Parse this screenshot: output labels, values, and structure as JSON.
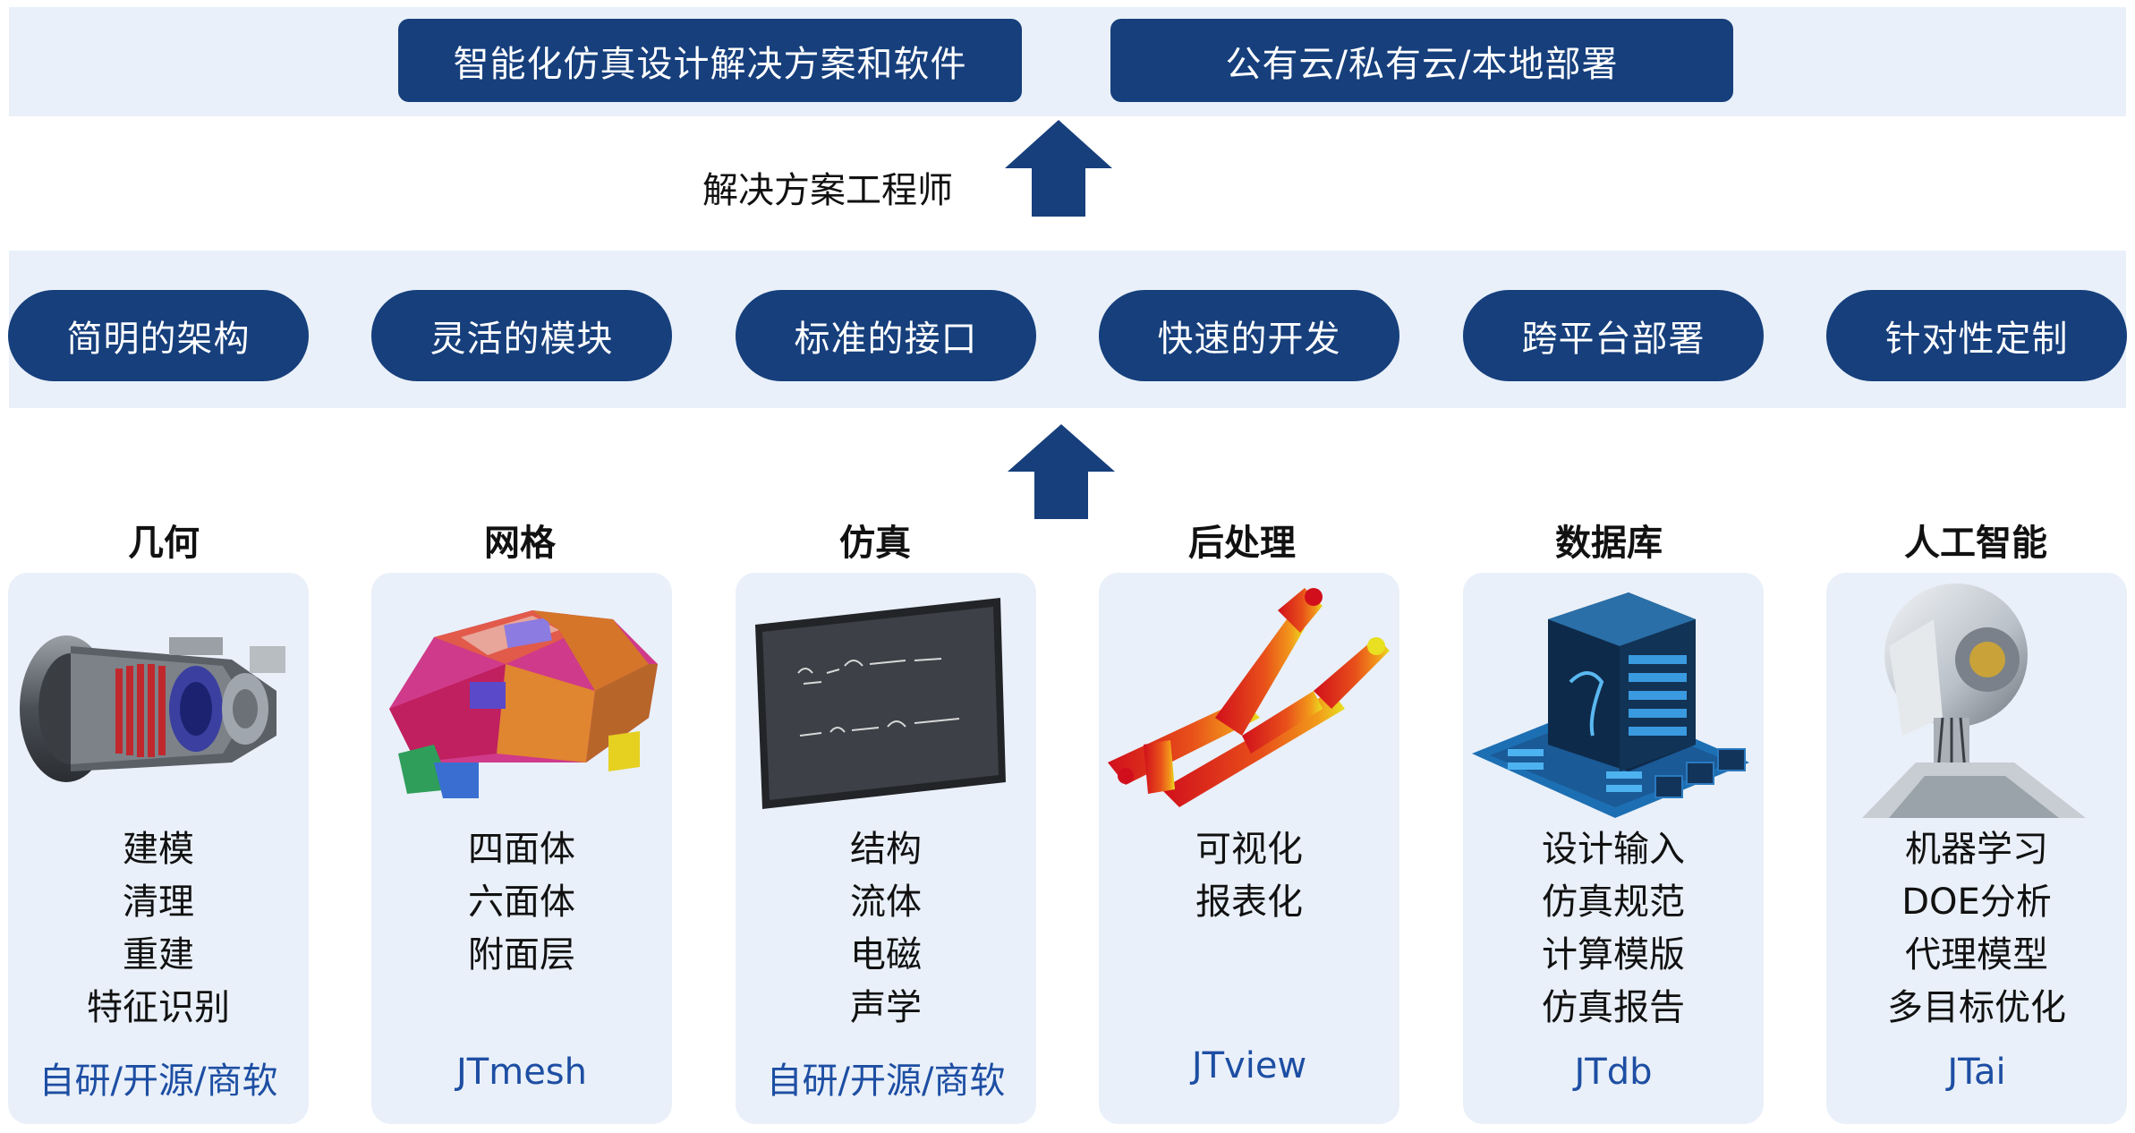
{
  "top": {
    "box1": "智能化仿真设计解决方案和软件",
    "box2": "公有云/私有云/本地部署",
    "engineer": "解决方案工程师"
  },
  "features": [
    "简明的架构",
    "灵活的模块",
    "标准的接口",
    "快速的开发",
    "跨平台部署",
    "针对性定制"
  ],
  "modules": [
    {
      "title": "几何",
      "items": [
        "建模",
        "清理",
        "重建",
        "特征识别"
      ],
      "sub": "自研/开源/商软"
    },
    {
      "title": "网格",
      "items": [
        "四面体",
        "六面体",
        "附面层"
      ],
      "sub": "JTmesh"
    },
    {
      "title": "仿真",
      "items": [
        "结构",
        "流体",
        "电磁",
        "声学"
      ],
      "sub": "自研/开源/商软"
    },
    {
      "title": "后处理",
      "items": [
        "可视化",
        "报表化"
      ],
      "sub": "JTview"
    },
    {
      "title": "数据库",
      "items": [
        "设计输入",
        "仿真规范",
        "计算模版",
        "仿真报告"
      ],
      "sub": "JTdb"
    },
    {
      "title": "人工智能",
      "items": [
        "机器学习",
        "DOE分析",
        "代理模型",
        "多目标优化"
      ],
      "sub": "JTai"
    }
  ],
  "colors": {
    "navy": "#163f7c",
    "band": "#e9f0f9",
    "accent": "#1d4ea3"
  }
}
